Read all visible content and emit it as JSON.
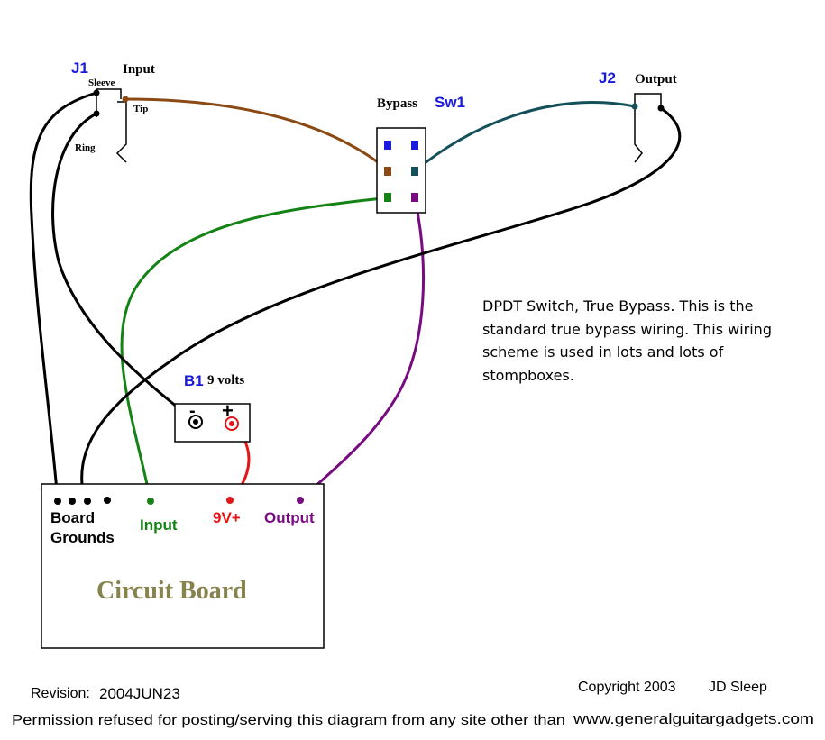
{
  "j1": {
    "designator": "J1",
    "label": "Input",
    "sleeve": "Sleeve",
    "tip": "Tip",
    "ring": "Ring"
  },
  "j2": {
    "designator": "J2",
    "label": "Output"
  },
  "sw1": {
    "label": "Bypass",
    "designator": "Sw1"
  },
  "b1": {
    "designator": "B1",
    "label": "9 volts",
    "minus": "-",
    "plus": "+"
  },
  "board": {
    "title": "Circuit Board",
    "grounds_line1": "Board",
    "grounds_line2": "Grounds",
    "input": "Input",
    "power": "9V+",
    "output": "Output"
  },
  "note": {
    "line1": "DPDT Switch, True Bypass.  This is the",
    "line2": "standard true bypass wiring.  This wiring",
    "line3": "scheme is used in lots and lots of",
    "line4": "stompboxes."
  },
  "footer": {
    "revision_label": "Revision:",
    "revision_value": "2004JUN23",
    "copyright": "Copyright 2003",
    "author": "JD Sleep",
    "permission": "Permission refused for posting/serving this diagram from any site other than",
    "url": "www.generalguitargadgets.com"
  },
  "colors": {
    "designator": "#1a1adc",
    "wire_brown": "#8b4a14",
    "wire_teal": "#14505a",
    "wire_green": "#148214",
    "wire_purple": "#780a82",
    "wire_red": "#e61414",
    "wire_black": "#000000",
    "board_title": "#86844a"
  }
}
